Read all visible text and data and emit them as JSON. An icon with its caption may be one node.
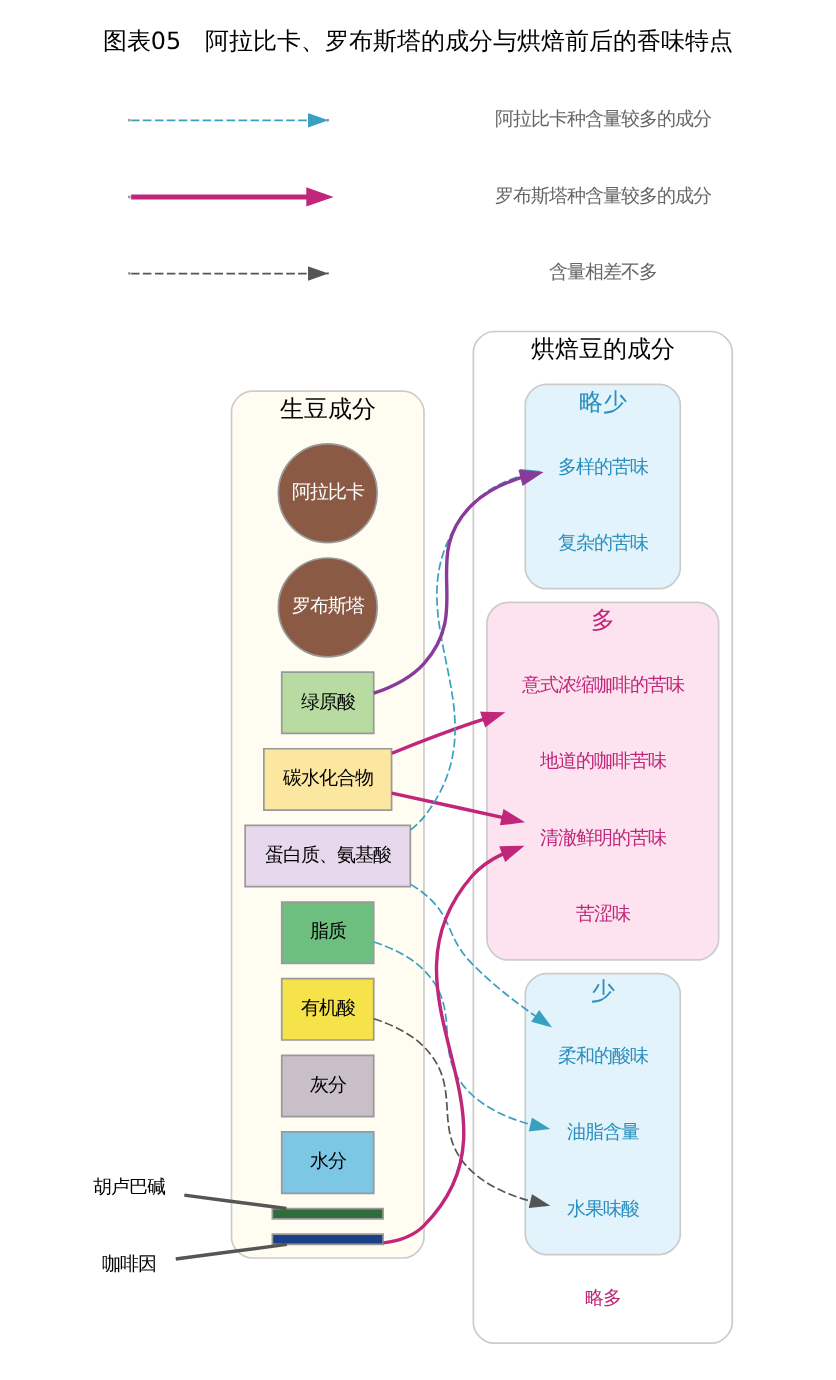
{
  "diagram": {
    "title": "图表05　阿拉比卡、罗布斯塔的成分与烘焙前后的香味特点",
    "nodes": [
      {
        "text": [
          "生豆成分"
        ]
      },
      {
        "text": [
          "阿拉比卡"
        ],
        "in": 0
      },
      {
        "text": [
          "罗布斯塔"
        ],
        "in": 0
      },
      {
        "text": [
          "碳水化合物"
        ],
        "in": 0
      },
      {
        "text": [
          "蛋白质、氨基酸"
        ],
        "in": 0
      },
      {
        "text": [
          "绿原酸"
        ],
        "in": 0
      },
      {
        "text": [
          "脂质"
        ],
        "in": 0
      },
      {
        "text": [
          "有机酸"
        ],
        "in": 0
      },
      {
        "text": [
          "灰分"
        ],
        "in": 0
      },
      {
        "text": [
          "水分"
        ],
        "in": 0
      },
      {
        "text": [
          "烘焙豆的成分"
        ]
      },
      {
        "text": [
          "多"
        ],
        "in": 10
      },
      {
        "text": [
          "清澈鲜明的苦味"
        ],
        "in": 11
      },
      {
        "text": [
          "地道的咖啡苦味"
        ],
        "in": 11
      },
      {
        "text": [
          "意式浓缩咖啡的苦味"
        ],
        "in": 11
      },
      {
        "text": [
          "苦涩味"
        ],
        "in": 11
      },
      {
        "text": [
          "略多"
        ],
        "in": 10
      },
      {
        "text": [
          "略少"
        ],
        "in": 10
      },
      {
        "text": [
          "多样的苦味"
        ],
        "in": 17
      },
      {
        "text": [
          "复杂的苦味"
        ],
        "in": 17
      },
      {
        "text": [
          "少"
        ],
        "in": 10
      },
      {
        "text": [
          "柔和的酸味"
        ],
        "in": 20
      },
      {
        "text": [
          "水果味酸"
        ],
        "in": 20
      },
      {
        "text": [
          "油脂含量"
        ],
        "in": 20
      },
      {
        "text": [
          "胡卢巴碱"
        ]
      },
      {
        "text": [],
        "shape": "bar",
        "in": 0
      },
      {
        "text": [
          "咖啡因"
        ]
      },
      {
        "text": [],
        "shape": "bar",
        "in": 0
      }
    ],
    "edges": [
      {
        "from": 3,
        "to": 12,
        "arrow": "to",
        "color": "#c0267a"
      },
      {
        "from": 3,
        "to": 14,
        "arrow": "to",
        "color": "#c0267a"
      },
      {
        "from": 27,
        "to": 12,
        "arrow": "to",
        "color": "#c0267a"
      },
      {
        "from": 5,
        "to": 18,
        "arrow": "to",
        "color": "#8a3a9a"
      },
      {
        "from": 4,
        "to": 18,
        "arrow": "to",
        "style": "dashed",
        "color": "#3aa0c0"
      },
      {
        "from": 4,
        "to": 21,
        "arrow": "to",
        "style": "dashed",
        "color": "#3aa0c0"
      },
      {
        "from": 7,
        "to": 22,
        "arrow": "to",
        "style": "dashed",
        "color": "#555555"
      },
      {
        "from": 6,
        "to": 23,
        "arrow": "to",
        "style": "dashed",
        "color": "#3aa0c0"
      },
      {
        "from": 24,
        "to": 25,
        "arrow": "none",
        "color": "#555555"
      },
      {
        "from": 26,
        "to": 27,
        "arrow": "none",
        "color": "#555555"
      }
    ],
    "legend": [
      {
        "text": "阿拉比卡种含量较多的成分"
      },
      {
        "text": "罗布斯塔种含量较多的成分"
      },
      {
        "text": "含量相差不多"
      }
    ]
  }
}
